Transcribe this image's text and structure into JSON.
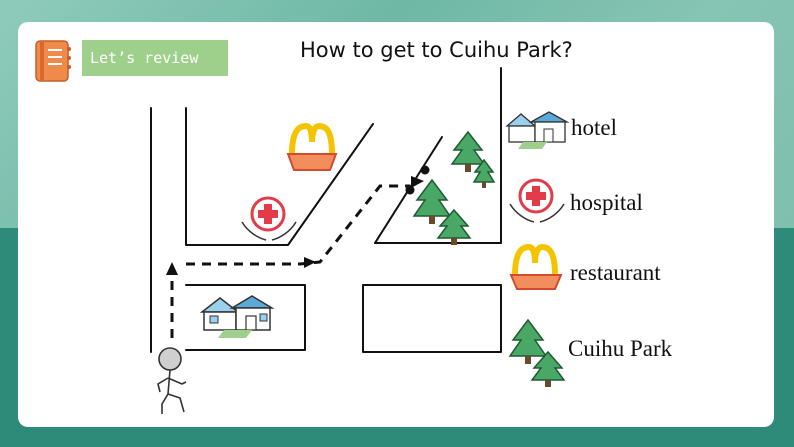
{
  "header": {
    "tag_label": "Let’s review",
    "title": "How to get to Cuihu Park?"
  },
  "legend": {
    "items": [
      {
        "label": "hotel",
        "icon": "house-icon"
      },
      {
        "label": "hospital",
        "icon": "hospital-icon"
      },
      {
        "label": "restaurant",
        "icon": "restaurant-icon"
      },
      {
        "label": "Cuihu Park",
        "icon": "park-trees-icon"
      }
    ]
  },
  "colors": {
    "background_light": "#7fbfae",
    "background_dark": "#2f8b79",
    "tag_green": "#9fd08b",
    "notebook_orange": "#f08a4b",
    "restaurant_yellow": "#f2c500",
    "restaurant_red": "#e45b3f",
    "hospital_red": "#e23b4a",
    "tree_green": "#3a9a5a",
    "house_blue": "#5ba9d8"
  }
}
